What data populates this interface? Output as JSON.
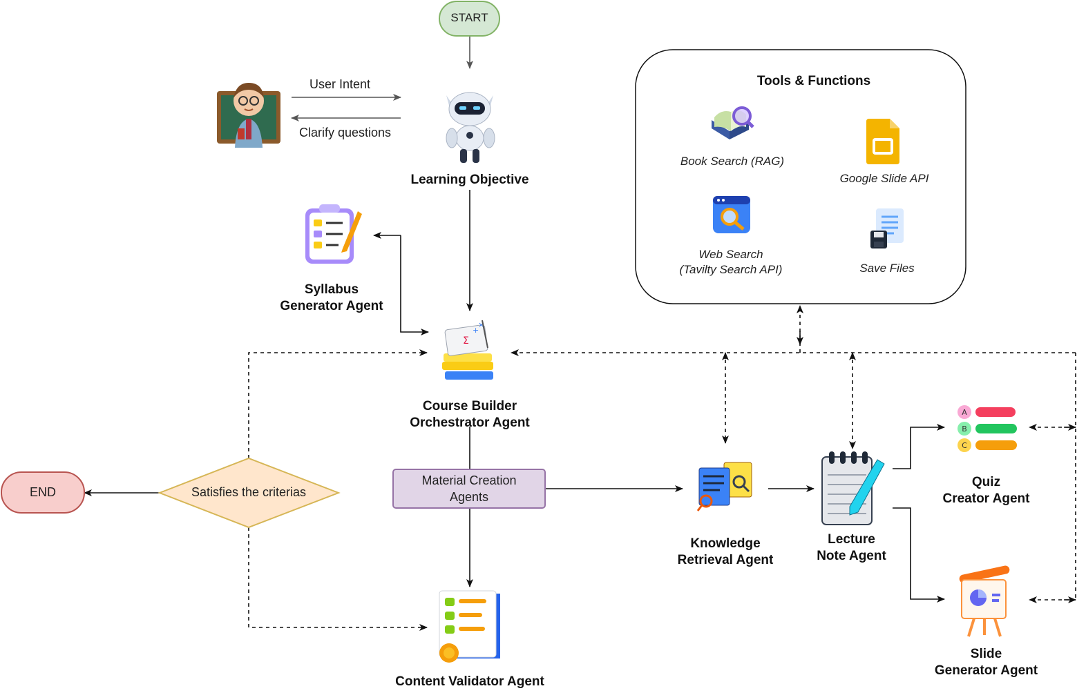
{
  "nodes": {
    "start": "START",
    "end": "END",
    "learning_objective": "Learning Objective",
    "syllabus_1": "Syllabus",
    "syllabus_2": "Generator Agent",
    "course_builder_1": "Course Builder",
    "course_builder_2": "Orchestrator Agent",
    "material_1": "Material Creation",
    "material_2": "Agents",
    "decision": "Satisfies the criterias",
    "validator": "Content Validator Agent",
    "knowledge_1": "Knowledge",
    "knowledge_2": "Retrieval Agent",
    "lecture_1": "Lecture",
    "lecture_2": "Note Agent",
    "quiz_1": "Quiz",
    "quiz_2": "Creator Agent",
    "slide_1": "Slide",
    "slide_2": "Generator Agent"
  },
  "edges": {
    "user_intent": "User Intent",
    "clarify": "Clarify questions"
  },
  "tools": {
    "title": "Tools & Functions",
    "book_search": "Book Search (RAG)",
    "google_slide": "Google Slide API",
    "web_search_1": "Web Search",
    "web_search_2": "(Tavilty Search API)",
    "save_files": "Save Files"
  },
  "quiz_icon_letters": [
    "A",
    "B",
    "C"
  ],
  "colors": {
    "start_fill": "#d5e8d4",
    "start_stroke": "#82b366",
    "end_fill": "#f8cecc",
    "end_stroke": "#b85450",
    "decision_fill": "#ffe6cc",
    "decision_stroke": "#d6b656",
    "material_fill": "#e1d5e7",
    "material_stroke": "#9673a6"
  }
}
